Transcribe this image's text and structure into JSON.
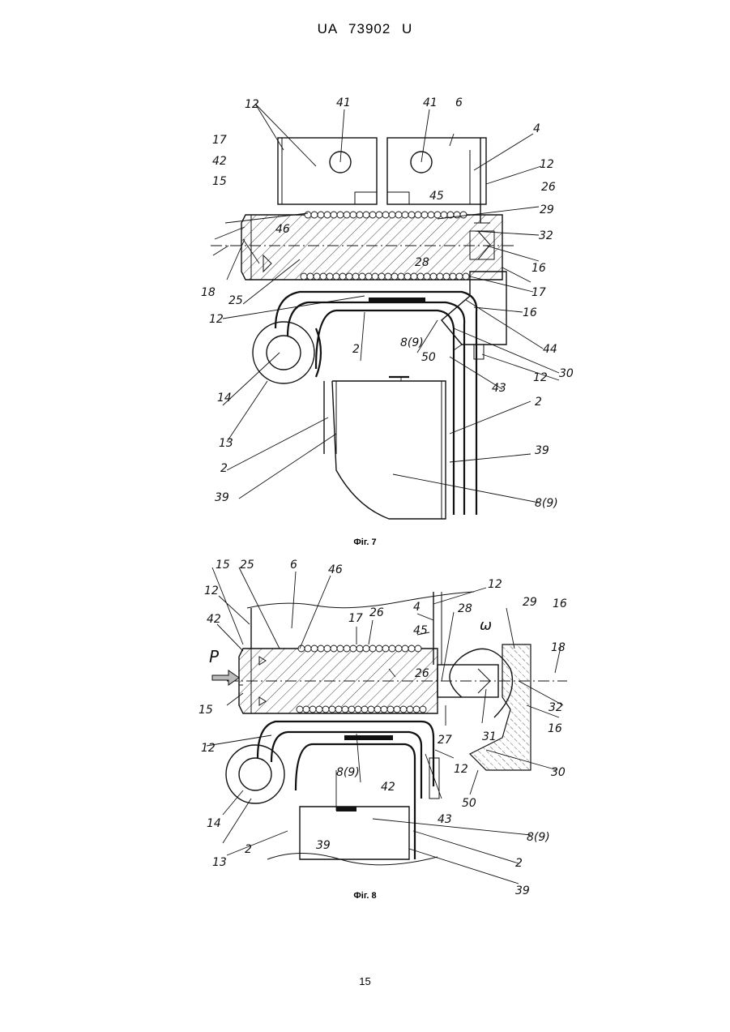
{
  "document": {
    "header": "UA 73902 U",
    "page_number": "15"
  },
  "figure7": {
    "caption": "Фіг. 7",
    "labels": [
      "12",
      "41",
      "41",
      "6",
      "4",
      "17",
      "42",
      "12",
      "15",
      "26",
      "29",
      "46",
      "32",
      "18",
      "28",
      "16",
      "25",
      "17",
      "12",
      "16",
      "2",
      "8(9)",
      "44",
      "50",
      "30",
      "12",
      "14",
      "43",
      "2",
      "13",
      "39",
      "2",
      "39",
      "8(9)",
      "45"
    ]
  },
  "figure8": {
    "caption": "Фіг. 8",
    "labels": [
      "15",
      "25",
      "6",
      "46",
      "12",
      "12",
      "42",
      "17",
      "26",
      "4",
      "28",
      "29",
      "16",
      "45",
      "ω",
      "18",
      "P",
      "26",
      "32",
      "15",
      "31",
      "16",
      "27",
      "12",
      "12",
      "42",
      "43",
      "30",
      "14",
      "8(9)",
      "50",
      "8(9)",
      "13",
      "2",
      "39",
      "2",
      "39"
    ]
  },
  "colors": {
    "ink": "#111111",
    "paper": "#ffffff"
  }
}
